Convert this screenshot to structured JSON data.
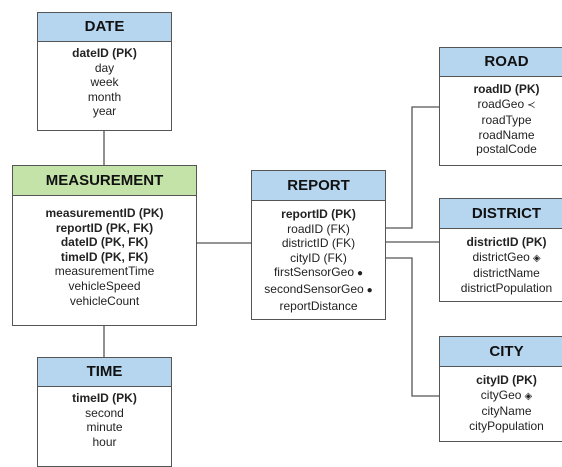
{
  "colors": {
    "header_blue": "#b6d5ef",
    "header_green": "#c4e3a9",
    "line": "#555555"
  },
  "date": {
    "title": "DATE",
    "attrs": [
      "dateID (PK)",
      "day",
      "week",
      "month",
      "year"
    ]
  },
  "measurement": {
    "title": "MEASUREMENT",
    "attrs": [
      "measurementID (PK)",
      "reportID (PK, FK)",
      "dateID (PK, FK)",
      "timeID (PK, FK)",
      "measurementTime",
      "vehicleSpeed",
      "vehicleCount"
    ]
  },
  "time": {
    "title": "TIME",
    "attrs": [
      "timeID (PK)",
      "second",
      "minute",
      "hour"
    ]
  },
  "report": {
    "title": "REPORT",
    "attrs": [
      "reportID (PK)",
      "roadID (FK)",
      "districtID (FK)",
      "cityID (FK)",
      "firstSensorGeo",
      "secondSensorGeo",
      "reportDistance"
    ]
  },
  "road": {
    "title": "ROAD",
    "attrs": [
      "roadID (PK)",
      "roadGeo",
      "roadType",
      "roadName",
      "postalCode"
    ]
  },
  "district": {
    "title": "DISTRICT",
    "attrs": [
      "districtID (PK)",
      "districtGeo",
      "districtName",
      "districtPopulation"
    ]
  },
  "city": {
    "title": "CITY",
    "attrs": [
      "cityID (PK)",
      "cityGeo",
      "cityName",
      "cityPopulation"
    ]
  },
  "icons": {
    "point": "point-geometry-icon",
    "line": "line-geometry-icon",
    "polygon": "polygon-geometry-icon"
  }
}
